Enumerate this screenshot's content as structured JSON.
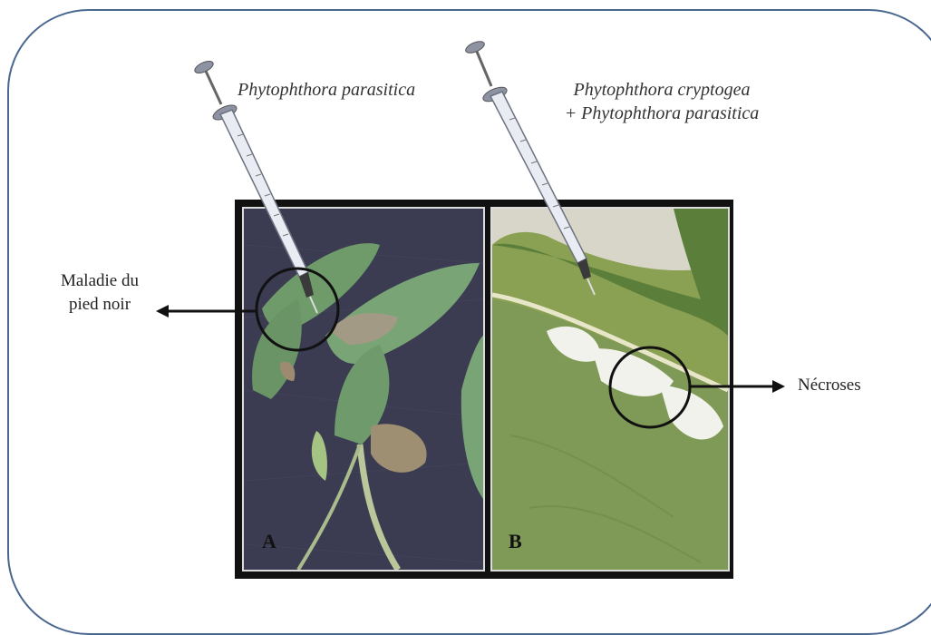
{
  "labels": {
    "pathogen_a": "Phytophthora  parasitica",
    "pathogen_b_line1": "Phytophthora cryptogea",
    "pathogen_b_line2": "+ Phytophthora parasitica",
    "symptom_a_line1": "Maladie du",
    "symptom_a_line2": "pied noir",
    "symptom_b": "Nécroses",
    "panel_a": "A",
    "panel_b": "B"
  },
  "colors": {
    "frame_border": "#4a6790",
    "photo_a_background": "#3b3c52",
    "photo_b_background": "#8aa052",
    "leaf_green": "#6f9a6a",
    "necrosis": "#f2f2ec"
  },
  "icons": [
    "syringe-icon",
    "syringe-icon",
    "arrow-left-icon",
    "arrow-right-icon"
  ]
}
